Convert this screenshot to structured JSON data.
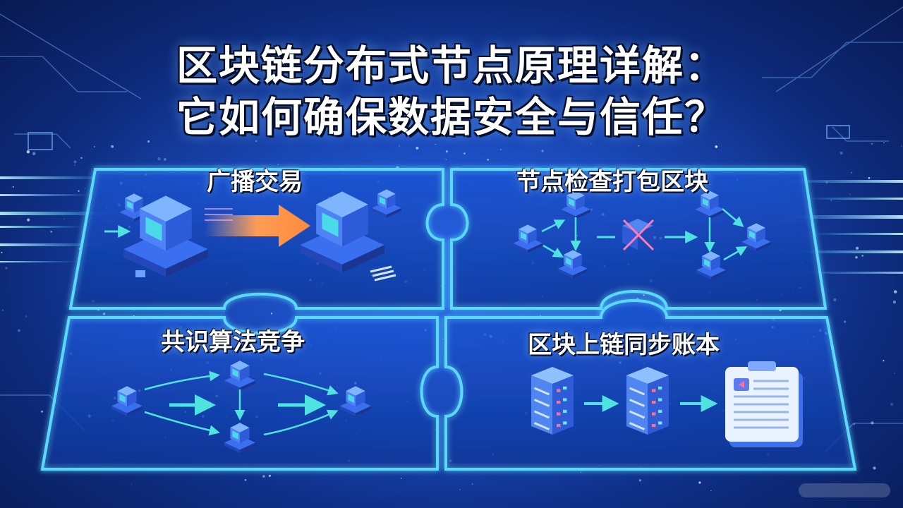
{
  "title": {
    "line1": "区块链分布式节点原理详解：",
    "line2": "它如何确保数据安全与信任？"
  },
  "quadrants": [
    {
      "id": "broadcast",
      "label": "广播交易"
    },
    {
      "id": "verify",
      "label": "节点检查打包区块"
    },
    {
      "id": "consensus",
      "label": "共识算法竞争"
    },
    {
      "id": "chain",
      "label": "区块上链同步账本"
    }
  ],
  "colors": {
    "background": "#1541b0",
    "outline": "#5ad8ff",
    "node_top": "#7fb4ff",
    "node_screen": "#49e3e6",
    "arrow": "#4fe3e0",
    "broadcast_arrow": "#ff9a4a",
    "ledger": "#e9f2ff"
  },
  "icons": [
    "computer-node-icon",
    "server-stack-icon",
    "ledger-document-icon",
    "broadcast-arrow-icon",
    "rejected-block-icon"
  ]
}
